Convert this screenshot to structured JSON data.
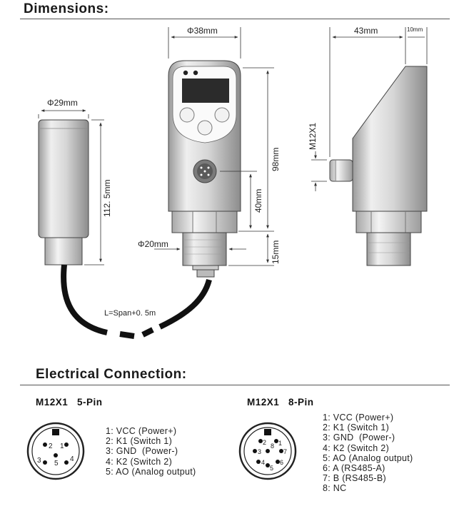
{
  "dimensions": {
    "title": "Dimensions:",
    "labels": {
      "d29": "Φ29mm",
      "l1125": "112. 5mm",
      "d38": "Φ38mm",
      "h98": "98mm",
      "h40": "40mm",
      "h15": "15mm",
      "d20": "Φ20mm",
      "w43": "43mm",
      "w10": "10mm",
      "m12": "M12X1",
      "cable": "L=Span+0. 5m"
    }
  },
  "electrical": {
    "title": "Electrical Connection:",
    "five_pin": {
      "title": "M12X1   5-Pin",
      "pin_numbers": [
        "1",
        "2",
        "3",
        "4",
        "5"
      ],
      "pins": [
        "1: VCC (Power+)",
        "2: K1 (Switch 1)",
        "3: GND  (Power-)",
        "4: K2 (Switch 2)",
        "5: AO (Analog output)"
      ]
    },
    "eight_pin": {
      "title": "M12X1   8-Pin",
      "pin_numbers": [
        "1",
        "2",
        "3",
        "4",
        "5",
        "6",
        "7",
        "8"
      ],
      "pins": [
        "1: VCC (Power+)",
        "2: K1 (Switch 1)",
        "3: GND  (Power-)",
        "4: K2 (Switch 2)",
        "5: AO (Analog output)",
        "6: A (RS485-A)",
        "7: B (RS485-B)",
        "8: NC"
      ]
    }
  }
}
